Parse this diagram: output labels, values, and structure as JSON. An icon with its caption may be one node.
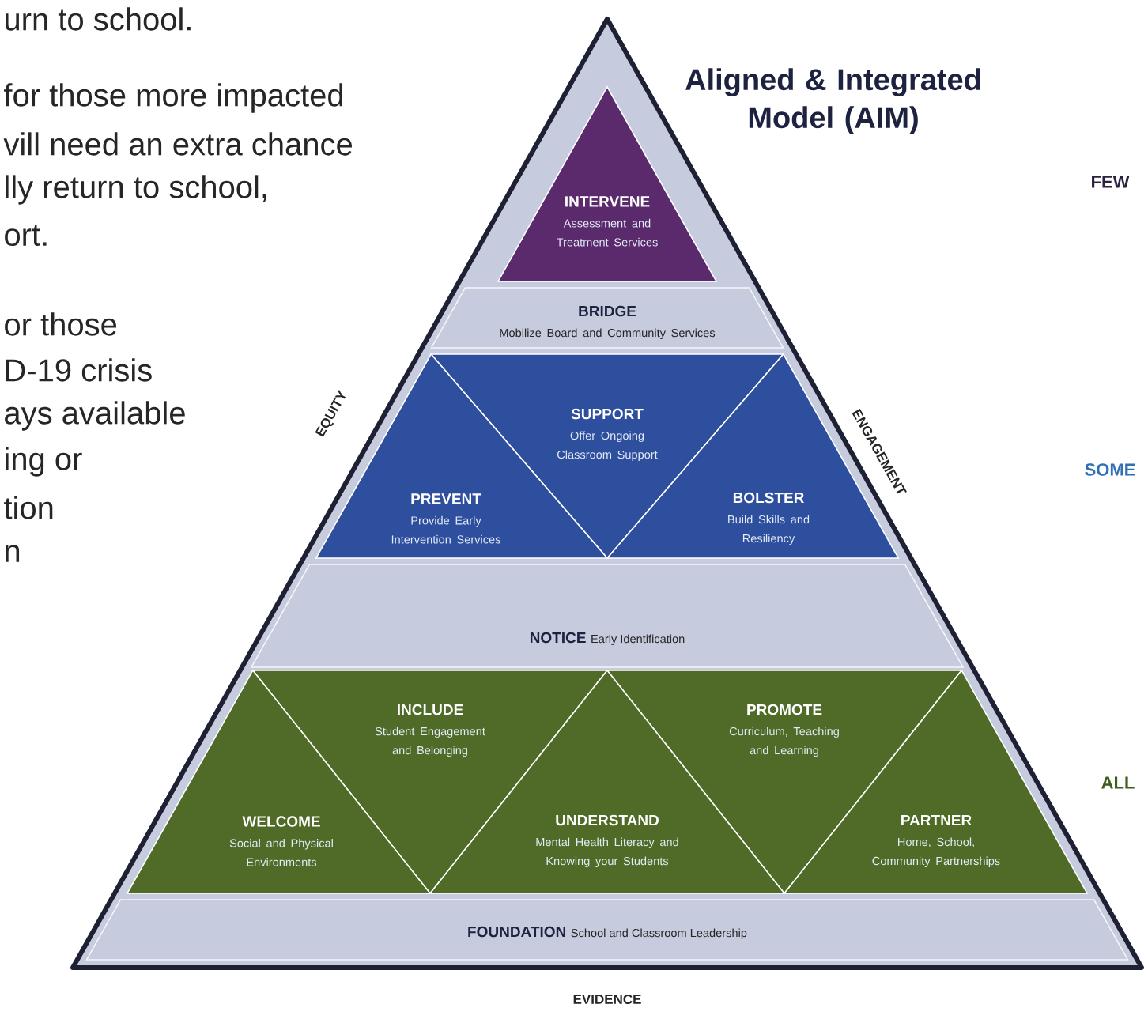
{
  "diagram": {
    "title": "Aligned & Integrated Model (AIM)",
    "nodes": [
      {
        "text": [
          "INTERVENE",
          "Assessment and Treatment Services"
        ]
      },
      {
        "text": [
          "BRIDGE",
          "Mobilize Board and Community Services"
        ]
      },
      {
        "text": [
          "SUPPORT",
          "Offer Ongoing Classroom Support"
        ]
      },
      {
        "text": [
          "PREVENT",
          "Provide Early Intervention Services"
        ]
      },
      {
        "text": [
          "BOLSTER",
          "Build Skills and Resiliency"
        ]
      },
      {
        "text": [
          "NOTICE",
          "Early Identification"
        ]
      },
      {
        "text": [
          "INCLUDE",
          "Student Engagement and Belonging"
        ]
      },
      {
        "text": [
          "PROMOTE",
          "Curriculum, Teaching and Learning"
        ]
      },
      {
        "text": [
          "WELCOME",
          "Social and Physical Environments"
        ]
      },
      {
        "text": [
          "UNDERSTAND",
          "Mental Health Literacy and Knowing your Students"
        ]
      },
      {
        "text": [
          "PARTNER",
          "Home, School, Community Partnerships"
        ]
      },
      {
        "text": [
          "FOUNDATION",
          "School and Classroom Leadership"
        ]
      }
    ],
    "labels": [
      "urn to school.",
      "for those more impacted",
      "vill need an extra chance",
      "lly return to school,",
      "ort.",
      "or those",
      "D-19 crisis",
      "ays available",
      "ing or",
      "tion",
      "n",
      "FEW",
      "EQUITY",
      "ENGAGEMENT",
      "SOME",
      "ALL",
      "EVIDENCE"
    ]
  }
}
